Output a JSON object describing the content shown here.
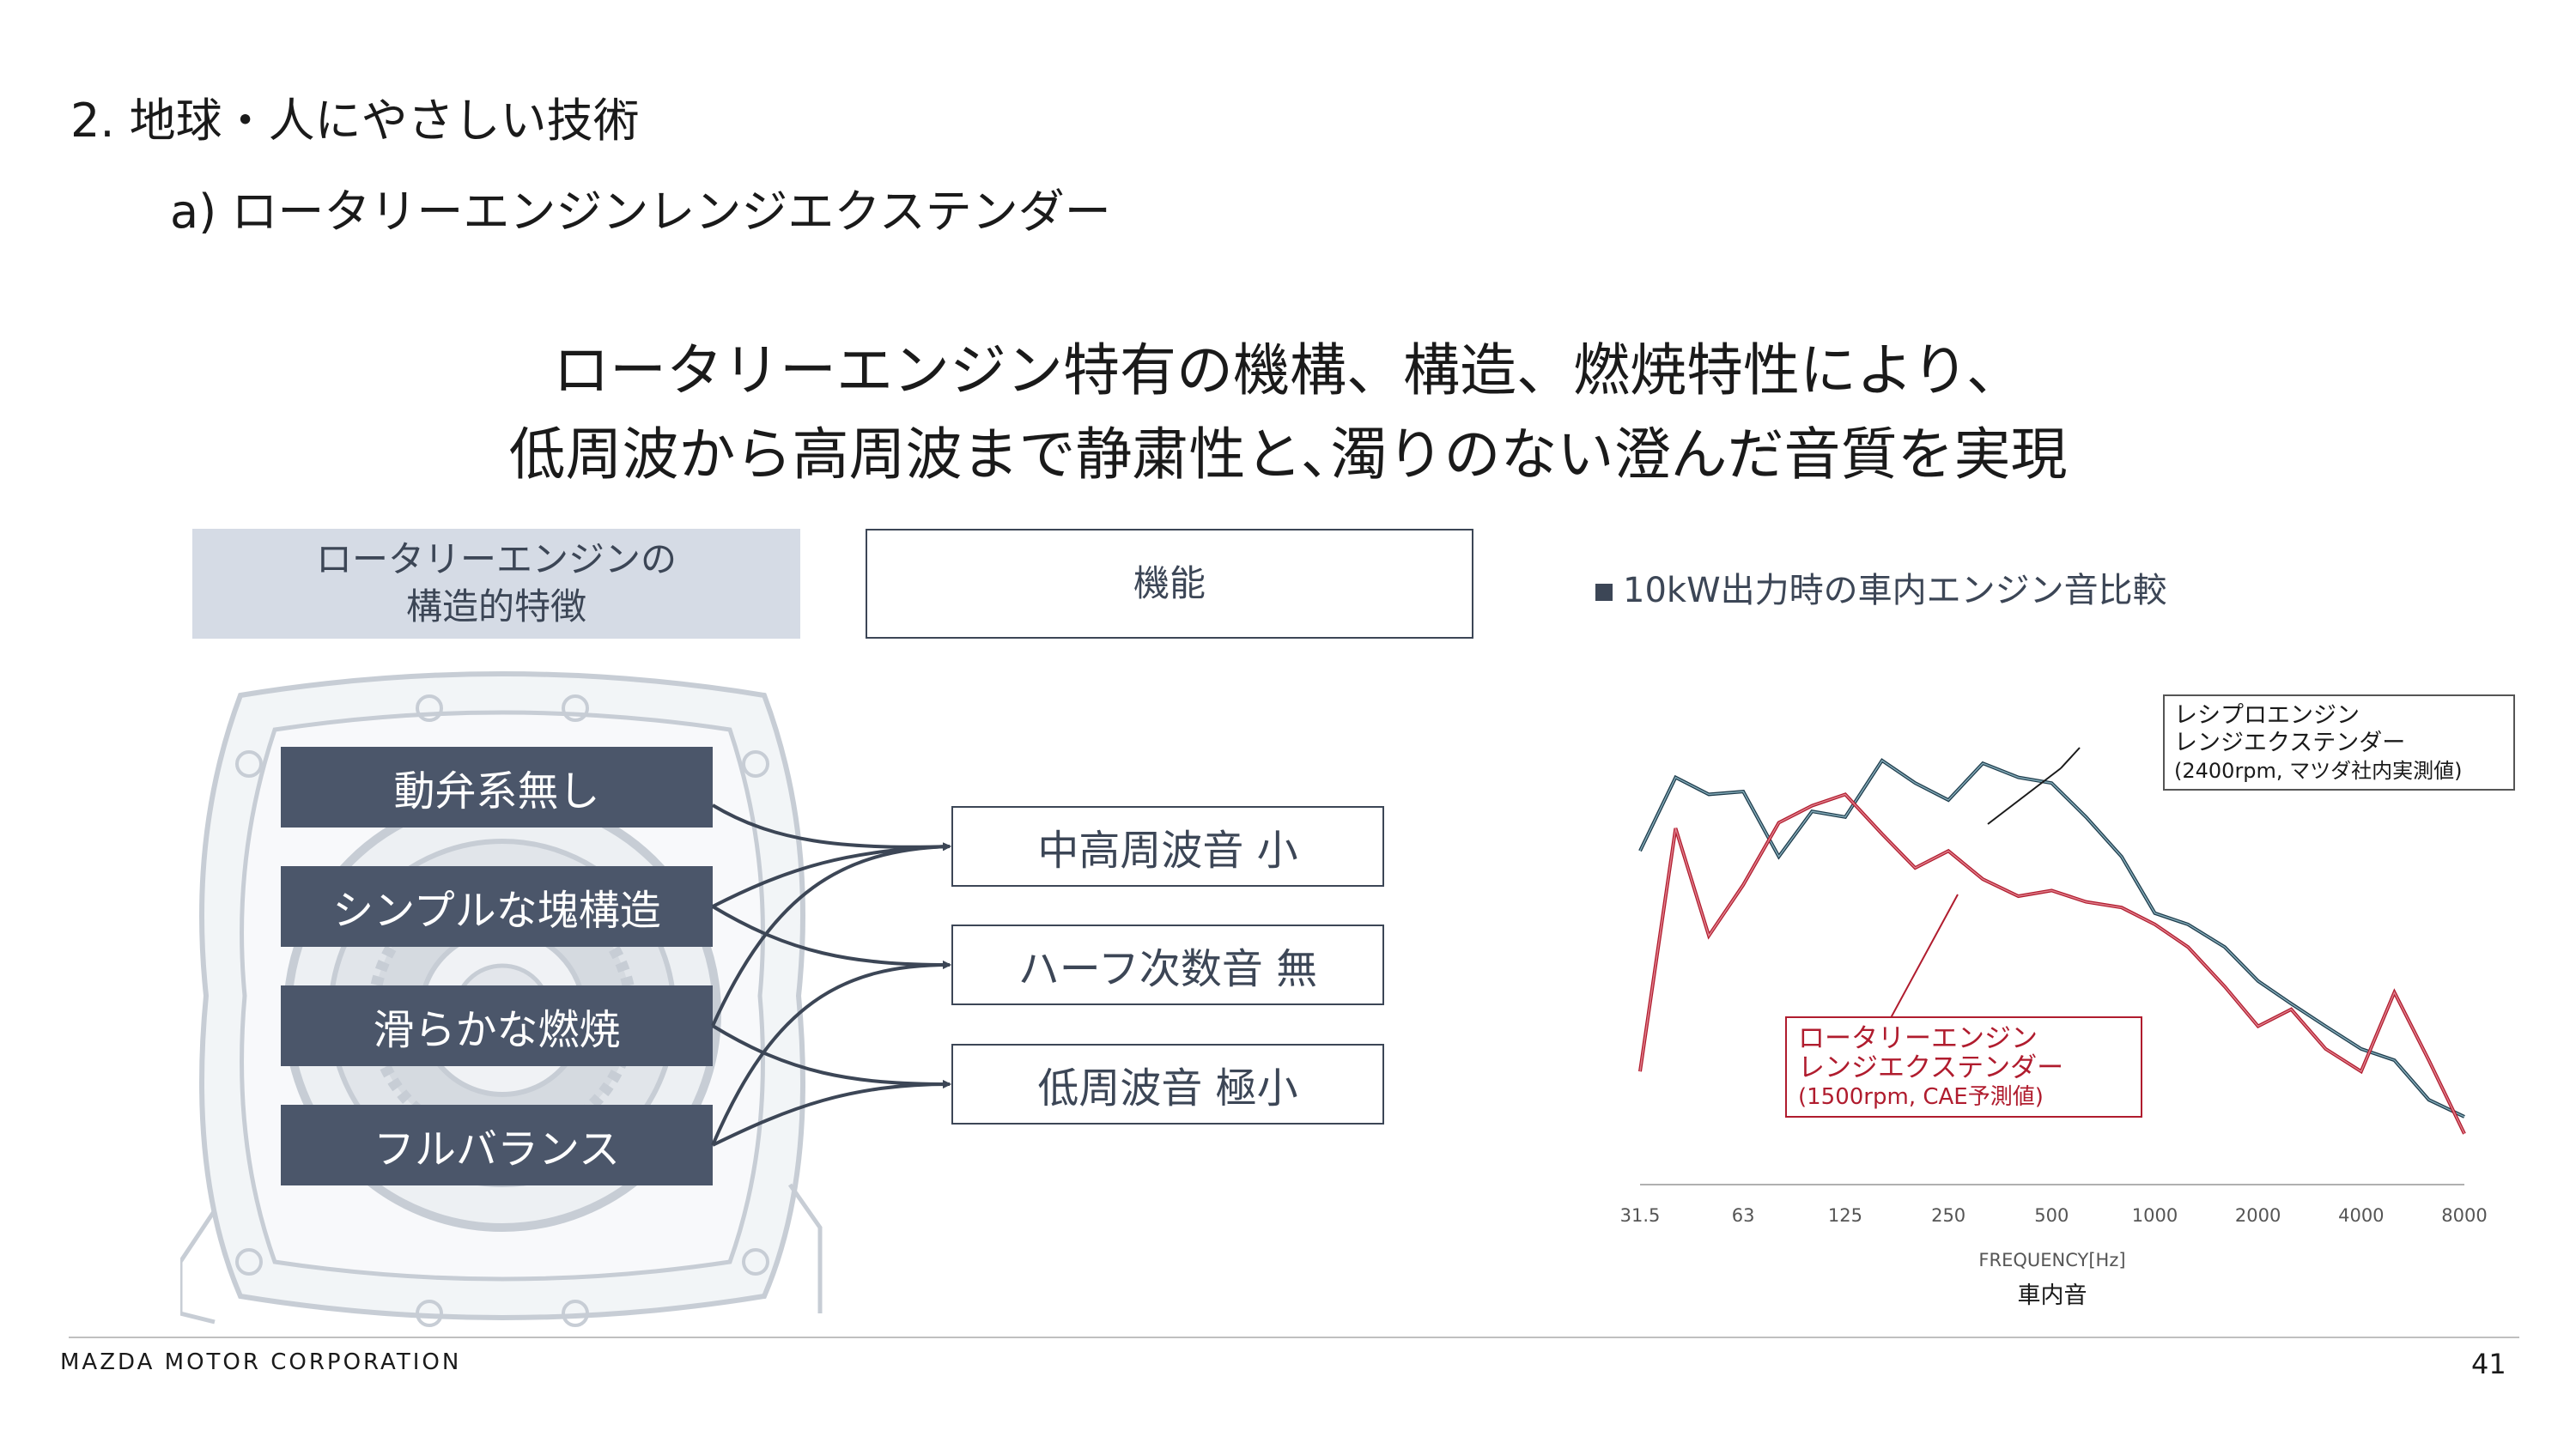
{
  "page": {
    "section_title": "2. 地球・人にやさしい技術",
    "subsection_title": "a) ロータリーエンジンレンジエクステンダー",
    "headline_line1": "ロータリーエンジン特有の機構、構造、燃焼特性により、",
    "headline_line2": "低周波から高周波まで静粛性と､濁りのない澄んだ音質を実現"
  },
  "diagram": {
    "structure_header": [
      "ロータリーエンジンの",
      "構造的特徴"
    ],
    "function_header": "機能",
    "features": [
      "動弁系無し",
      "シンプルな塊構造",
      "滑らかな燃焼",
      "フルバランス"
    ],
    "functions": [
      "中高周波音 小",
      "ハーフ次数音 無",
      "低周波音 極小"
    ]
  },
  "footer": {
    "company": "MAZDA MOTOR CORPORATION",
    "page_number": "41"
  },
  "colors": {
    "navy": "#3c4656",
    "feature_box": "#4b566a",
    "header_fill": "#d5dbe5",
    "rotary_line": "#b01c2e",
    "recipro_line": "#1e3c4c"
  },
  "chart_data": {
    "type": "line",
    "title": "10kW出力時の車内エンジン音比較",
    "xlabel": "FREQUENCY[Hz]",
    "xlabel_sub": "車内音",
    "ylabel": "",
    "x_scale": "log (octave)",
    "categories": [
      "31.5",
      "63",
      "125",
      "250",
      "500",
      "1000",
      "2000",
      "4000",
      "8000"
    ],
    "x": [
      31.5,
      40,
      50,
      63,
      80,
      100,
      125,
      160,
      200,
      250,
      315,
      400,
      500,
      630,
      800,
      1000,
      1250,
      1600,
      2000,
      2500,
      3150,
      4000,
      5000,
      6300,
      8000
    ],
    "series": [
      {
        "name": "レシプロエンジン レンジエクステンダー (2400rpm, マツダ社内実測値)",
        "color": "#1e3c4c",
        "values": [
          79,
          92,
          89,
          89.5,
          78,
          86,
          85,
          95,
          91,
          88,
          94.5,
          92,
          91,
          85,
          78,
          68,
          66,
          62,
          56,
          52,
          48,
          44,
          42,
          35,
          32
        ]
      },
      {
        "name": "ロータリーエンジン レンジエクステンダー (1500rpm, CAE予測値)",
        "color": "#b01c2e",
        "values": [
          40,
          83,
          64,
          73,
          84,
          87,
          89,
          82,
          76,
          79,
          74,
          71,
          72,
          70,
          69,
          66,
          62,
          55,
          48,
          51,
          44,
          40,
          54,
          42,
          29
        ]
      }
    ],
    "annotations": [
      {
        "lines": [
          "レシプロエンジン",
          "レンジエクステンダー",
          "(2400rpm, マツダ社内実測値)"
        ],
        "color": "#1a1a1a"
      },
      {
        "lines": [
          "ロータリーエンジン",
          "レンジエクステンダー",
          "(1500rpm, CAE予測値)"
        ],
        "color": "#b01c2e"
      }
    ],
    "ylim": [
      20,
      105
    ],
    "grid": false,
    "legend": "annotation boxes"
  }
}
